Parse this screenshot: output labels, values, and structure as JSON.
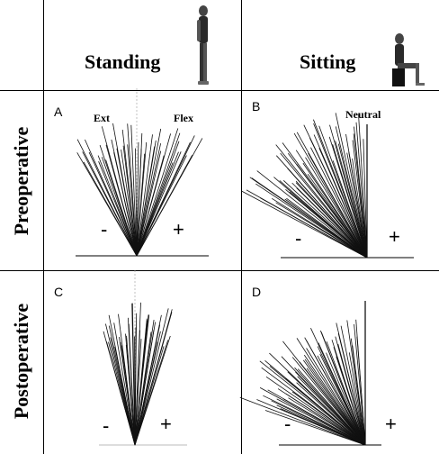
{
  "columns": {
    "standing": "Standing",
    "sitting": "Sitting"
  },
  "rows": {
    "preoperative": "Preoperative",
    "postoperative": "Postoperative"
  },
  "panels": {
    "A": {
      "letter": "A",
      "left_label": "Ext",
      "right_label": "Flex",
      "minus": "-",
      "plus": "+"
    },
    "B": {
      "letter": "B",
      "top_label": "Neutral",
      "minus": "-",
      "plus": "+"
    },
    "C": {
      "letter": "C",
      "minus": "-",
      "plus": "+"
    },
    "D": {
      "letter": "D",
      "minus": "-",
      "plus": "+"
    }
  },
  "icons": {
    "standing_figure": "standing-person-icon",
    "sitting_figure": "sitting-person-icon"
  },
  "colors": {
    "line": "#000000",
    "rays": "#111111",
    "skin": "#8a8a8a"
  }
}
